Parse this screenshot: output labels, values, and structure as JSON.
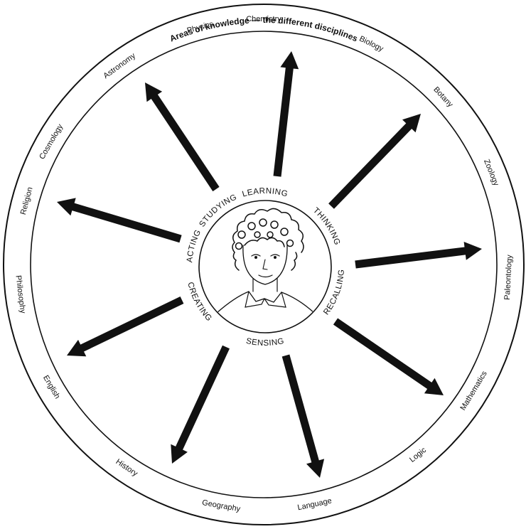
{
  "title": "Areas of knowledge — the different disciplines",
  "disciplines": [
    "Chemistry",
    "Biology",
    "Botany",
    "Zoology",
    "Paleontology",
    "Mathematics",
    "Logic",
    "Language",
    "Geography",
    "History",
    "English",
    "Philosophy",
    "Religion",
    "Cosmology",
    "Astronomy",
    "Physics"
  ],
  "activities": [
    "LEARNING",
    "THINKING",
    "RECALLING",
    "SENSING",
    "CREATING",
    "ACTING",
    "STUDYING"
  ],
  "center_image": "portrait of a curly-haired young person",
  "colors": {
    "ink": "#111111",
    "background": "#ffffff"
  }
}
